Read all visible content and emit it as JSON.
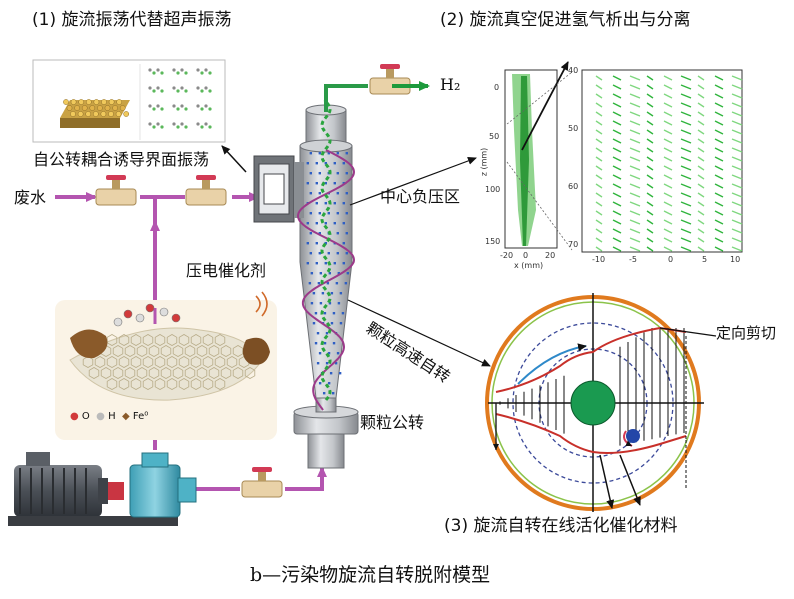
{
  "titles": {
    "part1": "(1) 旋流振荡代替超声振荡",
    "part2": "(2) 旋流真空促进氢气析出与分离",
    "part3": "(3) 旋流自转在线活化催化材料",
    "caption": "b—污染物旋流自转脱附模型"
  },
  "labels": {
    "h2_outlet": "H₂",
    "interface_vibration": "自公转耦合诱导界面振荡",
    "wastewater": "废水",
    "center_negative_pressure": "中心负压区",
    "piezo_catalyst": "压电催化剂",
    "particle_self_rotation": "颗粒高速自转",
    "particle_revolution": "颗粒公转",
    "directional_shear": "定向剪切"
  },
  "inset_legend": {
    "o": "O",
    "h": "H",
    "fe": "Fe⁰"
  },
  "cfd_plot": {
    "y_ticks": [
      "0",
      "50",
      "100",
      "150"
    ],
    "x_ticks": [
      "-20",
      "0",
      "20"
    ],
    "x_label": "x (mm)",
    "y_label": "z (mm)"
  },
  "zoom_plot": {
    "y_ticks": [
      "40",
      "50",
      "60",
      "70"
    ],
    "x_ticks": [
      "-10",
      "-5",
      "0",
      "5",
      "10"
    ]
  },
  "colors": {
    "pipe": "#b455b0",
    "cyclone_body": "#b9bcc0",
    "spiral": "#9c3a8a",
    "stream": "#3ab43a",
    "valve": "#e9d2a8",
    "valve_handle": "#d23a55",
    "outer_ring": "#e07a1e",
    "shear_curve": "#c8302a",
    "core": "#1a9a50"
  }
}
